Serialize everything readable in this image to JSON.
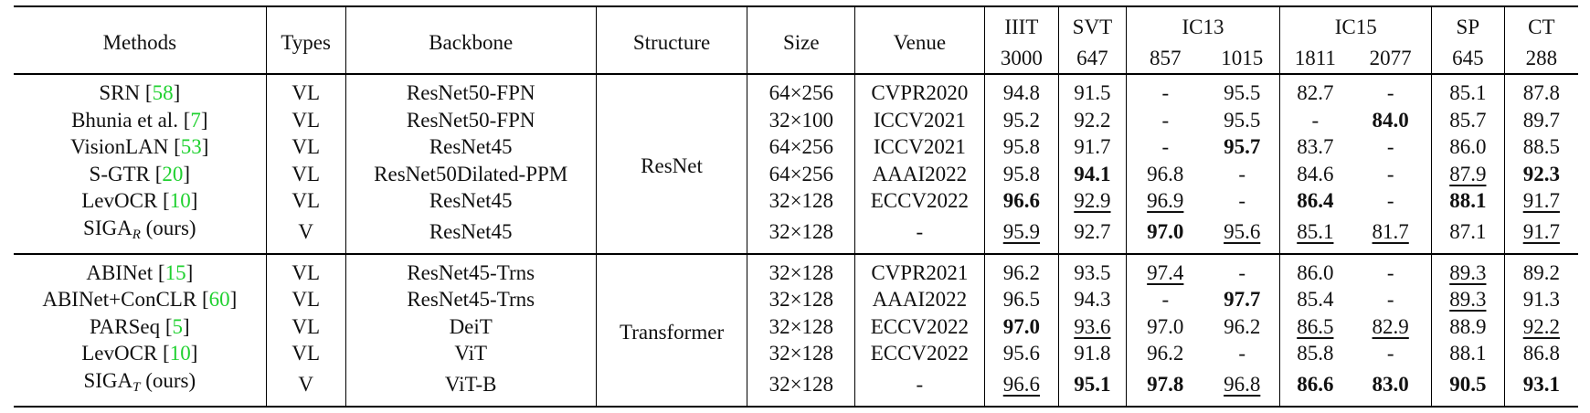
{
  "header": {
    "methods": "Methods",
    "types": "Types",
    "backbone": "Backbone",
    "structure": "Structure",
    "size": "Size",
    "venue": "Venue",
    "iiit": "IIIT",
    "iiit_n": "3000",
    "svt": "SVT",
    "svt_n": "647",
    "ic13": "IC13",
    "ic13_a": "857",
    "ic13_b": "1015",
    "ic15": "IC15",
    "ic15_a": "1811",
    "ic15_b": "2077",
    "sp": "SP",
    "sp_n": "645",
    "ct": "CT",
    "ct_n": "288"
  },
  "groups": [
    {
      "structure": "ResNet",
      "rows": [
        {
          "method": "SRN ",
          "cite": "58",
          "sub": "",
          "suffix": "",
          "type": "VL",
          "backbone": "ResNet50-FPN",
          "size": "64×256",
          "venue": "CVPR2020",
          "scores": [
            {
              "v": "94.8",
              "s": ""
            },
            {
              "v": "91.5",
              "s": ""
            },
            {
              "v": "-",
              "s": ""
            },
            {
              "v": "95.5",
              "s": ""
            },
            {
              "v": "82.7",
              "s": ""
            },
            {
              "v": "-",
              "s": ""
            },
            {
              "v": "85.1",
              "s": ""
            },
            {
              "v": "87.8",
              "s": ""
            }
          ]
        },
        {
          "method": "Bhunia et al. ",
          "cite": "7",
          "sub": "",
          "suffix": "",
          "type": "VL",
          "backbone": "ResNet50-FPN",
          "size": "32×100",
          "venue": "ICCV2021",
          "scores": [
            {
              "v": "95.2",
              "s": ""
            },
            {
              "v": "92.2",
              "s": ""
            },
            {
              "v": "-",
              "s": ""
            },
            {
              "v": "95.5",
              "s": ""
            },
            {
              "v": "-",
              "s": ""
            },
            {
              "v": "84.0",
              "s": "b"
            },
            {
              "v": "85.7",
              "s": ""
            },
            {
              "v": "89.7",
              "s": ""
            }
          ]
        },
        {
          "method": "VisionLAN ",
          "cite": "53",
          "sub": "",
          "suffix": "",
          "type": "VL",
          "backbone": "ResNet45",
          "size": "64×256",
          "venue": "ICCV2021",
          "scores": [
            {
              "v": "95.8",
              "s": ""
            },
            {
              "v": "91.7",
              "s": ""
            },
            {
              "v": "-",
              "s": ""
            },
            {
              "v": "95.7",
              "s": "b"
            },
            {
              "v": "83.7",
              "s": ""
            },
            {
              "v": "-",
              "s": ""
            },
            {
              "v": "86.0",
              "s": ""
            },
            {
              "v": "88.5",
              "s": ""
            }
          ]
        },
        {
          "method": "S-GTR ",
          "cite": "20",
          "sub": "",
          "suffix": "",
          "type": "VL",
          "backbone": "ResNet50Dilated-PPM",
          "size": "64×256",
          "venue": "AAAI2022",
          "scores": [
            {
              "v": "95.8",
              "s": ""
            },
            {
              "v": "94.1",
              "s": "b"
            },
            {
              "v": "96.8",
              "s": ""
            },
            {
              "v": "-",
              "s": ""
            },
            {
              "v": "84.6",
              "s": ""
            },
            {
              "v": "-",
              "s": ""
            },
            {
              "v": "87.9",
              "s": "u"
            },
            {
              "v": "92.3",
              "s": "b"
            }
          ]
        },
        {
          "method": "LevOCR ",
          "cite": "10",
          "sub": "",
          "suffix": "",
          "type": "VL",
          "backbone": "ResNet45",
          "size": "32×128",
          "venue": "ECCV2022",
          "scores": [
            {
              "v": "96.6",
              "s": "b"
            },
            {
              "v": "92.9",
              "s": "u"
            },
            {
              "v": "96.9",
              "s": "u"
            },
            {
              "v": "-",
              "s": ""
            },
            {
              "v": "86.4",
              "s": "b"
            },
            {
              "v": "-",
              "s": ""
            },
            {
              "v": "88.1",
              "s": "b"
            },
            {
              "v": "91.7",
              "s": "u"
            }
          ]
        },
        {
          "method": "SIGA",
          "cite": "",
          "sub": "R",
          "suffix": " (ours)",
          "type": "V",
          "backbone": "ResNet45",
          "size": "32×128",
          "venue": "-",
          "scores": [
            {
              "v": "95.9",
              "s": "u"
            },
            {
              "v": "92.7",
              "s": ""
            },
            {
              "v": "97.0",
              "s": "b"
            },
            {
              "v": "95.6",
              "s": "u"
            },
            {
              "v": "85.1",
              "s": "u"
            },
            {
              "v": "81.7",
              "s": "u"
            },
            {
              "v": "87.1",
              "s": ""
            },
            {
              "v": "91.7",
              "s": "u"
            }
          ]
        }
      ]
    },
    {
      "structure": "Transformer",
      "rows": [
        {
          "method": "ABINet ",
          "cite": "15",
          "sub": "",
          "suffix": "",
          "type": "VL",
          "backbone": "ResNet45-Trns",
          "size": "32×128",
          "venue": "CVPR2021",
          "scores": [
            {
              "v": "96.2",
              "s": ""
            },
            {
              "v": "93.5",
              "s": ""
            },
            {
              "v": "97.4",
              "s": "u"
            },
            {
              "v": "-",
              "s": ""
            },
            {
              "v": "86.0",
              "s": ""
            },
            {
              "v": "-",
              "s": ""
            },
            {
              "v": "89.3",
              "s": "u"
            },
            {
              "v": "89.2",
              "s": ""
            }
          ]
        },
        {
          "method": "ABINet+ConCLR ",
          "cite": "60",
          "sub": "",
          "suffix": "",
          "type": "VL",
          "backbone": "ResNet45-Trns",
          "size": "32×128",
          "venue": "AAAI2022",
          "scores": [
            {
              "v": "96.5",
              "s": ""
            },
            {
              "v": "94.3",
              "s": ""
            },
            {
              "v": "-",
              "s": ""
            },
            {
              "v": "97.7",
              "s": "b"
            },
            {
              "v": "85.4",
              "s": ""
            },
            {
              "v": "-",
              "s": ""
            },
            {
              "v": "89.3",
              "s": "u"
            },
            {
              "v": "91.3",
              "s": ""
            }
          ]
        },
        {
          "method": "PARSeq ",
          "cite": "5",
          "sub": "",
          "suffix": "",
          "type": "VL",
          "backbone": "DeiT",
          "size": "32×128",
          "venue": "ECCV2022",
          "scores": [
            {
              "v": "97.0",
              "s": "b"
            },
            {
              "v": "93.6",
              "s": "u"
            },
            {
              "v": "97.0",
              "s": ""
            },
            {
              "v": "96.2",
              "s": ""
            },
            {
              "v": "86.5",
              "s": "u"
            },
            {
              "v": "82.9",
              "s": "u"
            },
            {
              "v": "88.9",
              "s": ""
            },
            {
              "v": "92.2",
              "s": "u"
            }
          ]
        },
        {
          "method": "LevOCR ",
          "cite": "10",
          "sub": "",
          "suffix": "",
          "type": "VL",
          "backbone": "ViT",
          "size": "32×128",
          "venue": "ECCV2022",
          "scores": [
            {
              "v": "95.6",
              "s": ""
            },
            {
              "v": "91.8",
              "s": ""
            },
            {
              "v": "96.2",
              "s": ""
            },
            {
              "v": "-",
              "s": ""
            },
            {
              "v": "85.8",
              "s": ""
            },
            {
              "v": "-",
              "s": ""
            },
            {
              "v": "88.1",
              "s": ""
            },
            {
              "v": "86.8",
              "s": ""
            }
          ]
        },
        {
          "method": "SIGA",
          "cite": "",
          "sub": "T",
          "suffix": " (ours)",
          "type": "V",
          "backbone": "ViT-B",
          "size": "32×128",
          "venue": "-",
          "scores": [
            {
              "v": "96.6",
              "s": "u"
            },
            {
              "v": "95.1",
              "s": "b"
            },
            {
              "v": "97.8",
              "s": "b"
            },
            {
              "v": "96.8",
              "s": "u"
            },
            {
              "v": "86.6",
              "s": "b"
            },
            {
              "v": "83.0",
              "s": "b"
            },
            {
              "v": "90.5",
              "s": "b"
            },
            {
              "v": "93.1",
              "s": "b"
            }
          ]
        }
      ]
    }
  ]
}
